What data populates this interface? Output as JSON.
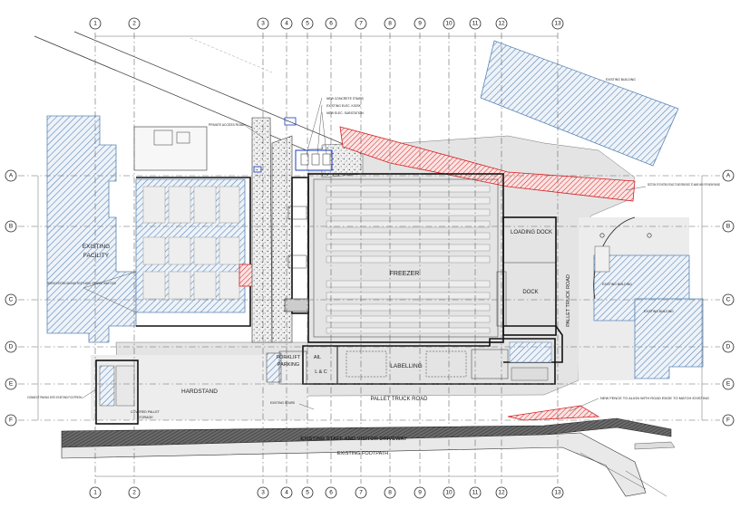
{
  "grid": {
    "columns": [
      "1",
      "2",
      "3",
      "4",
      "5",
      "6",
      "7",
      "8",
      "9",
      "10",
      "11",
      "12",
      "13"
    ],
    "rows": [
      "A",
      "B",
      "C",
      "D",
      "E",
      "F"
    ]
  },
  "rooms": {
    "freezer": "FREEZER",
    "loading_dock": "LOADING DOCK",
    "dock": "DOCK",
    "labelling": "LABELLING",
    "hardstand": "HARDSTAND",
    "forklift": "FORKLIFT",
    "forklift_2": "PARKING",
    "ail": "AIL",
    "lc": "L & C",
    "covered_pallet_1": "COVERED PALLET",
    "covered_pallet_2": "STORAGE",
    "existing_facility_1": "EXISTING",
    "existing_facility_2": "FACILITY"
  },
  "roads": {
    "pallet_truck_road": "PALLET TRUCK ROAD",
    "pallet_truck_road_vertical": "PALLET TRUCK ROAD",
    "driveway": "EXISTING STAFF AND VISITOR DRIVEWAY",
    "footpath": "EXISTING FOOTPATH"
  },
  "notes": {
    "new_concrete": "NEW CONCRETE STAIRS",
    "existing_elec": "EXISTING ELEC. KIOSK",
    "new_elec": "NEW ELEC. SUBSTATION",
    "access_road": "PRIVATE ACCESS ROAD",
    "existing_building": "EXISTING BUILDING",
    "section_road": "SECTION OF EXISTING ROAD TO BE REMOVED TO MAKE WAY FOR NEW PAVING",
    "remove_existing": "REMOVE EXISTING WALKWAY ROOF & INFILL OPENINGS, MAKE GOOD",
    "connect_paving": "CONNECT PAVING INTO EXISTING FOOTPATH",
    "new_fence": "NEW FENCE TO ALIGN WITH ROAD EDGE TO MATCH EXISTING",
    "existing_stairs": "EXISTING STAIRS"
  },
  "colors": {
    "hatch_blue": "#5b86b5",
    "hatch_red": "#d42020",
    "paving_grey": "#e4e4e4",
    "road_dark": "#4a4a4a"
  }
}
